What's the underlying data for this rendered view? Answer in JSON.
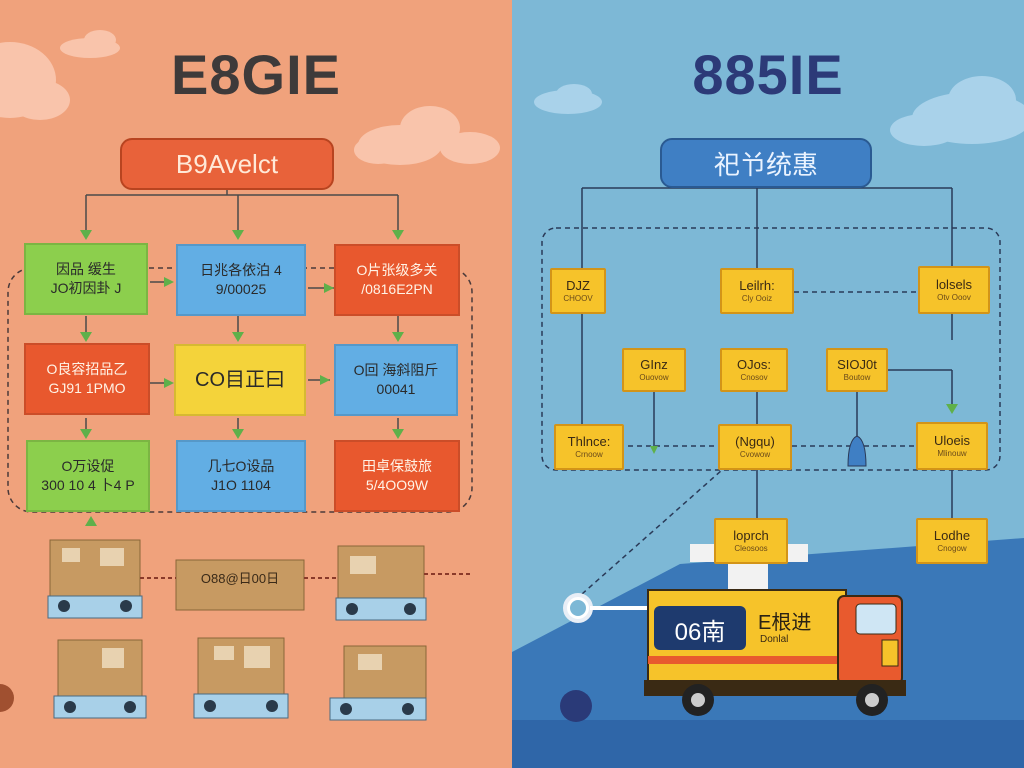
{
  "left": {
    "title": "E8GIE",
    "header": "B9Avelct",
    "boxes": [
      {
        "line1": "因品 缓生",
        "line2": "JO初因卦 J",
        "color": "green"
      },
      {
        "line1": "日兆各依泊 4",
        "line2": "9/00025",
        "color": "blue"
      },
      {
        "line1": "O片张级多关",
        "line2": "/0816E2PN",
        "color": "red"
      },
      {
        "line1": "O良容招品乙",
        "line2": "GJ91 1PMO",
        "color": "red"
      },
      {
        "line1": "CO目正曰",
        "line2": "",
        "color": "yellow"
      },
      {
        "line1": "O回 海斜阻斤",
        "line2": "00041",
        "color": "blue"
      },
      {
        "line1": "O万设促",
        "line2": "300 10 4 卜4 P",
        "color": "green"
      },
      {
        "line1": "几七O设品",
        "line2": "J1O 1104",
        "color": "blue"
      },
      {
        "line1": "田卓保鼓旅",
        "line2": "5/4OO9W",
        "color": "red"
      }
    ],
    "crate_label": "O88@日00日"
  },
  "right": {
    "title": "885IE",
    "header": "祀兯统惠",
    "boxes": [
      {
        "main": "DJZ",
        "sub": "CHOOV"
      },
      {
        "main": "Leilrh:",
        "sub": "Cly Ooiz"
      },
      {
        "main": "lolsels",
        "sub": "Otv Ooov"
      },
      {
        "main": "GInz",
        "sub": "Ouovow"
      },
      {
        "main": "OJos:",
        "sub": "Cnosov"
      },
      {
        "main": "SIOJ0t",
        "sub": "Boutow"
      },
      {
        "main": "Thlnce:",
        "sub": "Crnoow"
      },
      {
        "main": "(Ngqu)",
        "sub": "Cvowow"
      },
      {
        "main": "Uloeis",
        "sub": "Mlinouw"
      },
      {
        "main": "loprch",
        "sub": "Cleosoos"
      },
      {
        "main": "Lodhe",
        "sub": "Cnogow"
      }
    ],
    "truck": {
      "number": "06南",
      "name": "E根进",
      "detail": "Donlal"
    }
  },
  "colors": {
    "left_bg": "#f0a27c",
    "right_bg": "#7db8d6",
    "left_header": "#e8623a",
    "right_header": "#3f7fc4",
    "node_yellow": "#f6c32a",
    "truck_yellow": "#f6c32a",
    "truck_cab": "#e85a2e"
  },
  "icons": [
    "cloud-icon",
    "arrow-down-icon",
    "arrow-right-icon",
    "crate-icon",
    "truck-icon",
    "bell-icon"
  ]
}
